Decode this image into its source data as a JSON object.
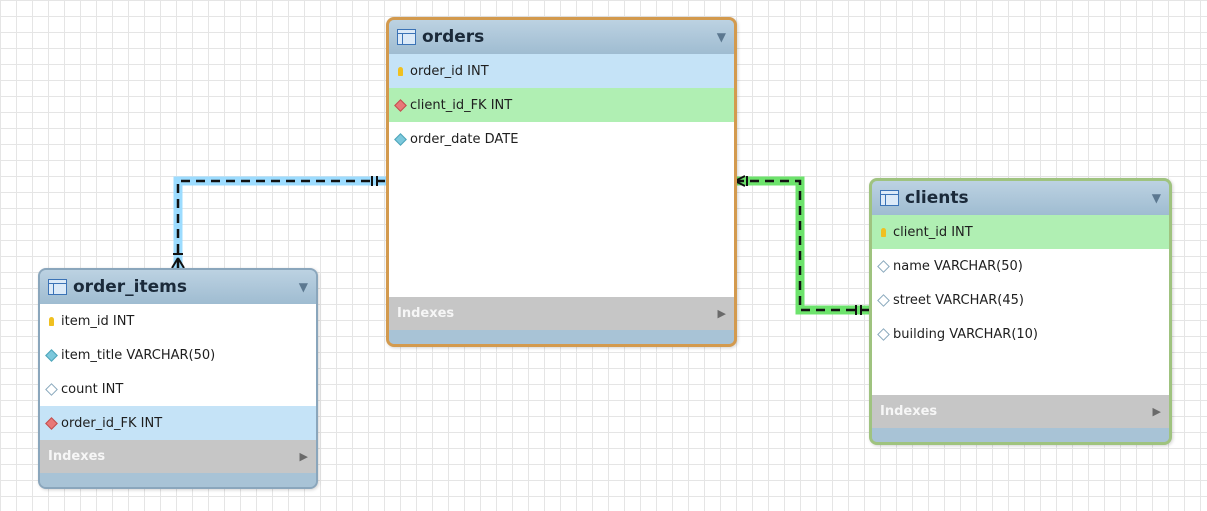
{
  "tables": {
    "orders": {
      "name": "orders",
      "columns": [
        {
          "label": "order_id INT",
          "icon": "primary-key-icon"
        },
        {
          "label": "client_id_FK INT",
          "icon": "foreign-key-icon"
        },
        {
          "label": "order_date DATE",
          "icon": "not-null-column-icon"
        }
      ],
      "indexes_label": "Indexes"
    },
    "order_items": {
      "name": "order_items",
      "columns": [
        {
          "label": "item_id INT",
          "icon": "primary-key-icon"
        },
        {
          "label": "item_title VARCHAR(50)",
          "icon": "not-null-column-icon"
        },
        {
          "label": "count INT",
          "icon": "nullable-column-icon"
        },
        {
          "label": "order_id_FK INT",
          "icon": "foreign-key-icon"
        }
      ],
      "indexes_label": "Indexes"
    },
    "clients": {
      "name": "clients",
      "columns": [
        {
          "label": "client_id INT",
          "icon": "primary-key-icon"
        },
        {
          "label": "name VARCHAR(50)",
          "icon": "nullable-column-icon"
        },
        {
          "label": "street VARCHAR(45)",
          "icon": "nullable-column-icon"
        },
        {
          "label": "building VARCHAR(10)",
          "icon": "nullable-column-icon"
        }
      ],
      "indexes_label": "Indexes"
    }
  },
  "relationships": [
    {
      "from": "order_items.order_id_FK",
      "to": "orders.order_id",
      "cardinality": "many-to-one",
      "color": "#2b9cf0"
    },
    {
      "from": "orders.client_id_FK",
      "to": "clients.client_id",
      "cardinality": "many-to-one",
      "color": "#2fcf3a"
    }
  ],
  "colors": {
    "selected_border": "#d39a4e",
    "related_border": "#9fc37f",
    "pk_row": "#c5e3f7",
    "fk_row": "#b0efb3",
    "header": "#a8c3d6",
    "indexes_bar": "#c6c6c6"
  }
}
